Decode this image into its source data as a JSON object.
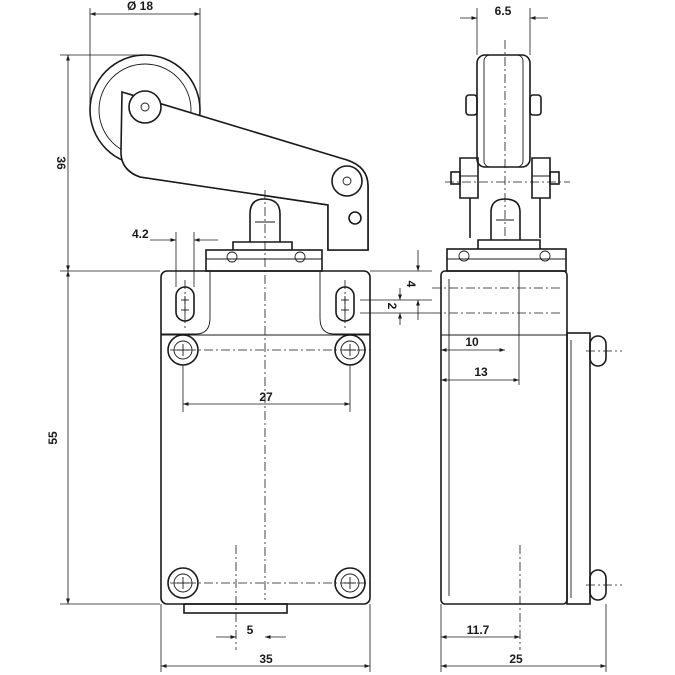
{
  "dimensions": {
    "roller_diameter": "Ø 18",
    "roller_width": "6.5",
    "lever_height": "36",
    "body_height": "55",
    "slot_width": "4.2",
    "slot_offset_top": "4",
    "slot_height": "2",
    "screw_spacing": "27",
    "side_offset_10": "10",
    "side_offset_13": "13",
    "base_offset_5": "5",
    "body_width": "35",
    "side_offset_11_7": "11.7",
    "body_depth": "25"
  }
}
